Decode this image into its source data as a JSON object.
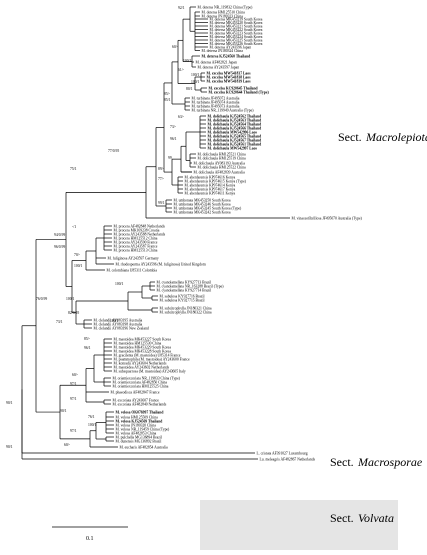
{
  "sections": [
    {
      "label": "Sect. Macrolepiota",
      "prefix": "Sect.",
      "name": "Macrolepiota"
    },
    {
      "label": "Sect. Macrosporae",
      "prefix": "Sect.",
      "name": "Macrosporae"
    },
    {
      "label": "Sect. Volvata",
      "prefix": "Sect.",
      "name": "Volvata"
    }
  ],
  "scale_bar": {
    "label": "0.1"
  },
  "leaves": [
    {
      "text": "M. detersa NR_119832 China (Type)",
      "bold": false
    },
    {
      "text": "M. detersa HM125510 China",
      "bold": false
    },
    {
      "text": "M. detersa JN180323 China",
      "bold": false
    },
    {
      "text": "M. detersa MK453219 South Korea",
      "bold": false
    },
    {
      "text": "M. detersa MK453220 South Korea",
      "bold": false
    },
    {
      "text": "M. detersa MK453221 South Korea",
      "bold": false
    },
    {
      "text": "M. detersa MK453222 South Korea",
      "bold": false
    },
    {
      "text": "M. detersa MK453223 South Korea",
      "bold": false
    },
    {
      "text": "M. detersa MK453224 South Korea",
      "bold": false
    },
    {
      "text": "M. detersa MK453225 South Korea",
      "bold": false
    },
    {
      "text": "M. detersa MK453226 South Korea",
      "bold": false
    },
    {
      "text": "M. detersa AY243596 Japan",
      "bold": false
    },
    {
      "text": "M. detersa JN180324 China",
      "bold": false
    },
    {
      "text": "M. detersa KJ524560 Thailand",
      "bold": true
    },
    {
      "text": "M. detersa AF482821 Japan",
      "bold": false
    },
    {
      "text": "M. detersa AY243597 Japan",
      "bold": false
    },
    {
      "text": "M. excelsa MW541837 Laos",
      "bold": true
    },
    {
      "text": "M. excelsa MW541838 Laos",
      "bold": true
    },
    {
      "text": "M. excelsa MW541839 Laos",
      "bold": true
    },
    {
      "text": "M. excelsa KC920645 Thailand",
      "bold": true
    },
    {
      "text": "M. excelsa KC920644 Thailand (Type)",
      "bold": true
    },
    {
      "text": "M. turbinata JF495072 Australia",
      "bold": false
    },
    {
      "text": "M. turbinata JF495074 Australia",
      "bold": false
    },
    {
      "text": "M. turbinata JF495073 Australia",
      "bold": false
    },
    {
      "text": "M. turbinata NR_119949 Australia (Type)",
      "bold": false
    },
    {
      "text": "M. dolichaula KJ524562 Thailand",
      "bold": true
    },
    {
      "text": "M. dolichaula KJ524563 Thailand",
      "bold": true
    },
    {
      "text": "M. dolichaula KJ524564 Thailand",
      "bold": true
    },
    {
      "text": "M. dolichaula KJ524566 Thailand",
      "bold": true
    },
    {
      "text": "M. dolichaula MW542996 Laos",
      "bold": true
    },
    {
      "text": "M. dolichaula KJ524565 Thailand",
      "bold": true
    },
    {
      "text": "M. dolichaula KJ524567 Thailand",
      "bold": true
    },
    {
      "text": "M. dolichaula KJ524561 Thailand",
      "bold": true
    },
    {
      "text": "M. dolichaula MW542997 Laos",
      "bold": true
    },
    {
      "text": "M. dolichaula HM125521 China",
      "bold": false
    },
    {
      "text": "M. dolichaula HM125519 China",
      "bold": false
    },
    {
      "text": "M. dolichaula AY083193 Australia",
      "bold": false
    },
    {
      "text": "M. dolichaula HM125522 China",
      "bold": false
    },
    {
      "text": "M. dolichaula AF482839 Australia",
      "bold": false
    },
    {
      "text": "M. aberdarensis KP974616 Kenya",
      "bold": false
    },
    {
      "text": "M. aberdarensis KP974615 Kenya (Type)",
      "bold": false
    },
    {
      "text": "M. aberdarensis KP974614 Kenya",
      "bold": false
    },
    {
      "text": "M. aberdarensis KP974617 Kenya",
      "bold": false
    },
    {
      "text": "M. aberdarensis KP974611 Kenya",
      "bold": false
    },
    {
      "text": "M. umbonata MK453250 South Korea",
      "bold": false
    },
    {
      "text": "M. umbonata MK453246 South Korea",
      "bold": false
    },
    {
      "text": "M. umbonata MK453245 South Korea (Type)",
      "bold": false
    },
    {
      "text": "M. umbonata MK453242 South Korea",
      "bold": false
    },
    {
      "text": "M. vinaceofibrillosa JF495070 Australia (Type)",
      "bold": false
    },
    {
      "text": "M. procera AF482848 Netherlands",
      "bold": false
    },
    {
      "text": "M. procera MK169238 Croatia",
      "bold": false
    },
    {
      "text": "M. procera AY243588 Netherlands",
      "bold": false
    },
    {
      "text": "M. procera HM125512 China",
      "bold": false
    },
    {
      "text": "M. procera AY243590 France",
      "bold": false
    },
    {
      "text": "M. procera AY243587 France",
      "bold": false
    },
    {
      "text": "M. procera HM125513 China",
      "bold": false
    },
    {
      "text": "M. fuliginosa AY243597 Germany",
      "bold": false
    },
    {
      "text": "M. rhodosperma AY243596 (M. fuliginosa) United Kingdom",
      "bold": false
    },
    {
      "text": "M. colombiana U85311 Colombia",
      "bold": false
    },
    {
      "text": "M. cyanolamellata KY927713 Brazil",
      "bold": false
    },
    {
      "text": "M. cyanolamellata NR_163288 Brazil (Type)",
      "bold": false
    },
    {
      "text": "M. cyanolamellata KY927714 Brazil",
      "bold": false
    },
    {
      "text": "M. sabulosa KY927716 Brazil",
      "bold": false
    },
    {
      "text": "M. sabulosa KY927715 Brazil",
      "bold": false
    },
    {
      "text": "M. subcitrophylla JN180321 China",
      "bold": false
    },
    {
      "text": "M. subcitrophylla JN180322 China",
      "bold": false
    },
    {
      "text": "M. clelandii AY083195 Australia",
      "bold": false
    },
    {
      "text": "M. clelandii AY083198 Australia",
      "bold": false
    },
    {
      "text": "M. clelandii AY083196 New Zealand",
      "bold": false
    },
    {
      "text": "M. mastoidea MK453227 South Korea",
      "bold": false
    },
    {
      "text": "M. mastoidea HM125530 China",
      "bold": false
    },
    {
      "text": "M. mastoidea MK453229 South Korea",
      "bold": false
    },
    {
      "text": "M. mastoidea MK453228 South Korea",
      "bold": false
    },
    {
      "text": "M. gracilenta (M. mastoidea) U85314 France",
      "bold": false
    },
    {
      "text": "M. psammophila (M. mastoidea) AY243600 France",
      "bold": false
    },
    {
      "text": "M. konradii AY243604 Netherlands",
      "bold": false
    },
    {
      "text": "M. mastoidea AY243602 Netherlands",
      "bold": false
    },
    {
      "text": "M. subsquarrosa (M. mastoidea) AY243605 Italy",
      "bold": false
    },
    {
      "text": "M. orientiexcoriata NR_119833 China (Type)",
      "bold": false
    },
    {
      "text": "M. orientiexcoriata AF482850 China",
      "bold": false
    },
    {
      "text": "M. orientiexcoriata HM125525 China",
      "bold": false
    },
    {
      "text": "M. phaeodisca AF482847 France",
      "bold": false
    },
    {
      "text": "M. excoriata AY243607 France",
      "bold": false
    },
    {
      "text": "M. excoriata AF482840 Netherlands",
      "bold": false
    },
    {
      "text": "M. velosa OK076997 Thailand",
      "bold": true
    },
    {
      "text": "M. velosa HM125509 China",
      "bold": false
    },
    {
      "text": "M. velosa KJ524569 Thailand",
      "bold": true
    },
    {
      "text": "M. velosa JN180320 China",
      "bold": false
    },
    {
      "text": "M. velosa NR_119459 China (Type)",
      "bold": false
    },
    {
      "text": "M. velosa AF482853 China",
      "bold": false
    },
    {
      "text": "M. pulchella MG136894 Brazil",
      "bold": false
    },
    {
      "text": "M. dunensis MG136892 Brazil",
      "bold": false
    },
    {
      "text": "M. eucharis AF482854 Australia",
      "bold": false
    },
    {
      "text": "L. cristata AF391027 Luxembourg",
      "bold": false
    },
    {
      "text": "Lu. meleagris AF482867 Netherlands",
      "bold": false
    }
  ],
  "support_values": [
    "92/1",
    "60/-",
    "100/1",
    "61/-",
    "100/1",
    "100/1",
    "80/1",
    "85/-",
    "85/1",
    "63/-",
    "73/-",
    "96/1",
    "99",
    "89/-",
    "77/-",
    "99/1",
    "77/0.95",
    "75/1",
    "-/1",
    "94/0.99",
    "96/0.99",
    "70/-",
    "100/1",
    "76/0.99",
    "100/1",
    "90/1",
    "82/0.95",
    "100/1",
    "73/1",
    "100/1",
    "85/-",
    "96/1",
    "60/-",
    "97/1",
    "97/1",
    "90/1",
    "76/1",
    "100/1",
    "97/1",
    "60/-",
    "90/1"
  ]
}
